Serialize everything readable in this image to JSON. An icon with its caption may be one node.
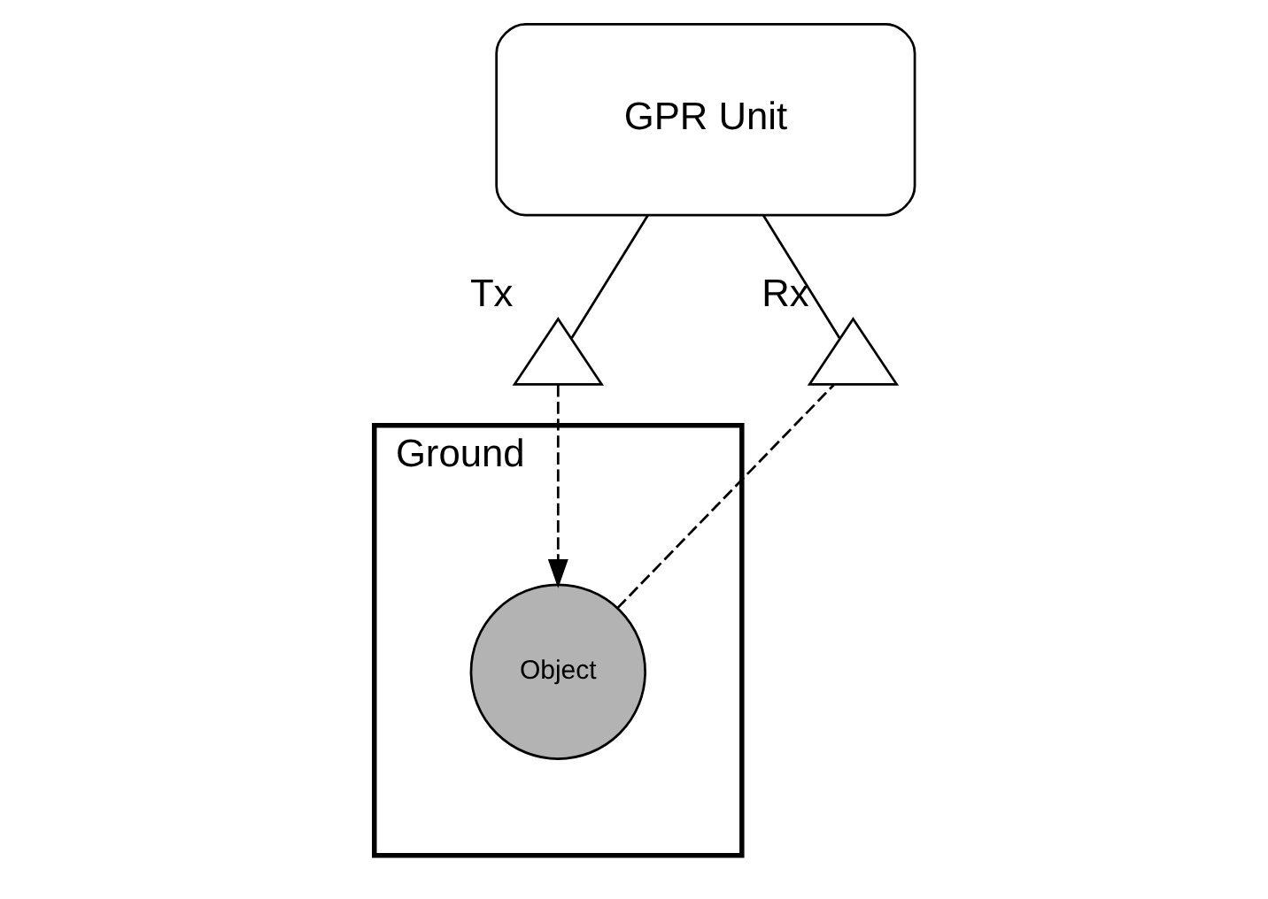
{
  "diagram": {
    "nodes": [
      {
        "text": [
          "GPR Unit"
        ]
      },
      {
        "text": [],
        "shape": "triangle",
        "beside": [
          "Tx"
        ]
      },
      {
        "text": [],
        "shape": "triangle",
        "beside": [
          "Rx"
        ]
      },
      {
        "text": [
          "Ground"
        ]
      },
      {
        "text": [
          "Object"
        ],
        "in": 3
      }
    ],
    "edges": [
      {
        "from": 0,
        "to": 1,
        "arrow": "none"
      },
      {
        "from": 0,
        "to": 2,
        "arrow": "none"
      },
      {
        "from": 1,
        "to": 4,
        "arrow": "to",
        "style": "dashed"
      },
      {
        "from": 4,
        "to": 2,
        "arrow": "none",
        "style": "dashed"
      }
    ]
  }
}
